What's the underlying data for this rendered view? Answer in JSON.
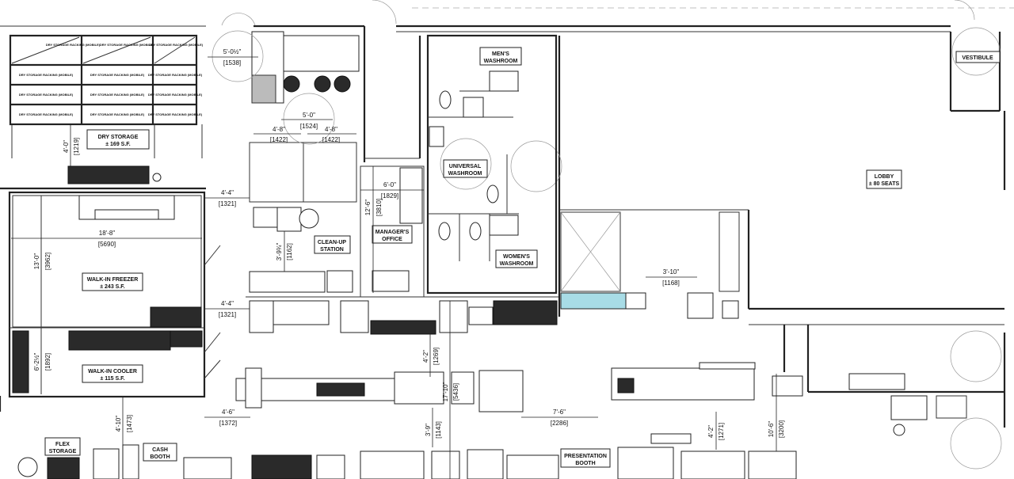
{
  "rooms": {
    "dry_storage": {
      "name": "DRY STORAGE",
      "area": "± 169 S.F."
    },
    "rack_label": "DRY STORAGE RACKING (MOBILE)",
    "walk_in_freezer": {
      "name": "WALK-IN FREEZER",
      "area": "± 243 S.F."
    },
    "walk_in_cooler": {
      "name": "WALK-IN COOLER",
      "area": "± 115 S.F."
    },
    "clean_up_station": {
      "line1": "CLEAN-UP",
      "line2": "STATION"
    },
    "managers_office": {
      "line1": "MANAGER'S",
      "line2": "OFFICE"
    },
    "mens_washroom": {
      "line1": "MEN'S",
      "line2": "WASHROOM"
    },
    "universal_washroom": {
      "line1": "UNIVERSAL",
      "line2": "WASHROOM"
    },
    "womens_washroom": {
      "line1": "WOMEN'S",
      "line2": "WASHROOM"
    },
    "vestibule": {
      "name": "VESTIBULE"
    },
    "lobby": {
      "name": "LOBBY",
      "seats": "± 80 SEATS"
    },
    "flex_storage": {
      "line1": "FLEX",
      "line2": "STORAGE"
    },
    "cash_booth": {
      "line1": "CASH",
      "line2": "BOOTH"
    },
    "presentation_booth": {
      "line1": "PRESENTATION",
      "line2": "BOOTH"
    }
  },
  "dimensions": {
    "top_clearance": {
      "imperial": "5'-0½\"",
      "metric": "[1538]"
    },
    "turning_circle": {
      "imperial": "5'-0\"",
      "metric": "[1524]"
    },
    "stall_left": {
      "imperial": "4'-8\"",
      "metric": "[1422]"
    },
    "stall_right": {
      "imperial": "4'-8\"",
      "metric": "[1422]"
    },
    "dry_storage_aisle": {
      "imperial": "4'-0\"",
      "metric": "[1219]"
    },
    "corridor_upper": {
      "imperial": "4'-4\"",
      "metric": "[1321]"
    },
    "corridor_lower": {
      "imperial": "4'-4\"",
      "metric": "[1321]"
    },
    "freezer_width": {
      "imperial": "18'-8\"",
      "metric": "[5690]"
    },
    "freezer_depth": {
      "imperial": "13'-0\"",
      "metric": "[3962]"
    },
    "cooler_depth": {
      "imperial": "6'-2½\"",
      "metric": "[1892]"
    },
    "cleanup_aisle": {
      "imperial": "3'-9¾\"",
      "metric": "[1162]"
    },
    "office_width": {
      "imperial": "6'-0\"",
      "metric": "[1829]"
    },
    "office_depth": {
      "imperial": "12'-6\"",
      "metric": "[3810]"
    },
    "line_aisle_upper": {
      "imperial": "4'-2\"",
      "metric": "[1269]"
    },
    "island_depth": {
      "imperial": "17'-10\"",
      "metric": "[5436]"
    },
    "line_aisle_lower": {
      "imperial": "3'-9\"",
      "metric": "[1143]"
    },
    "island_gap": {
      "imperial": "7'-6\"",
      "metric": "[2286]"
    },
    "cooler_aisle": {
      "imperial": "4'-10\"",
      "metric": "[1473]"
    },
    "island_offset": {
      "imperial": "4'-6\"",
      "metric": "[1372]"
    },
    "counter_width": {
      "imperial": "3'-10\"",
      "metric": "[1168]"
    },
    "right_aisle": {
      "imperial": "4'-2\"",
      "metric": "[1271]"
    },
    "right_depth": {
      "imperial": "10'-6\"",
      "metric": "[3200]"
    }
  },
  "colors": {
    "walls": "#222222",
    "glass_counter": "#a8dce6",
    "dark_equipment": "#2a2a2a"
  }
}
